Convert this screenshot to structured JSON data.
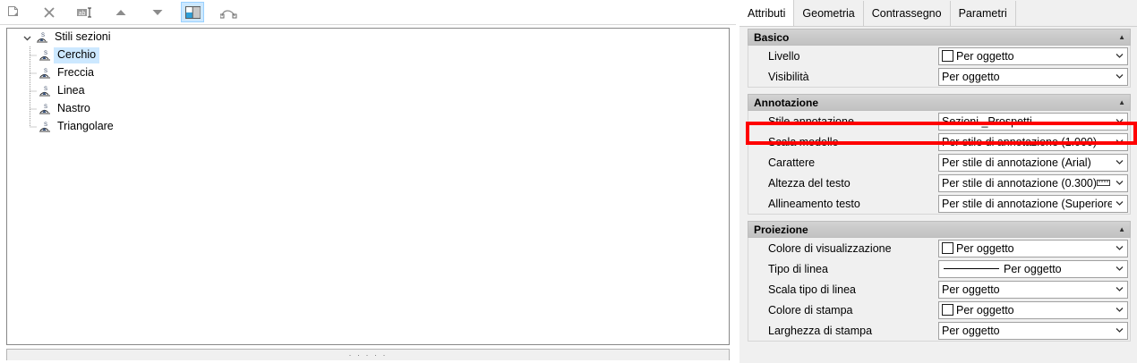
{
  "toolbar": {
    "buttons": [
      {
        "name": "new-style-button",
        "icon": "new-document-icon",
        "active": false
      },
      {
        "name": "delete-style-button",
        "icon": "delete-x-icon",
        "active": false
      },
      {
        "name": "rename-style-button",
        "icon": "rename-abc-icon",
        "active": false
      },
      {
        "name": "move-up-button",
        "icon": "arrow-up-icon",
        "active": false
      },
      {
        "name": "move-down-button",
        "icon": "arrow-down-icon",
        "active": false
      },
      {
        "name": "toggle-preview-panel-button",
        "icon": "split-panel-icon",
        "active": true
      },
      {
        "name": "curve-tool-button",
        "icon": "curve-node-icon",
        "active": false
      }
    ]
  },
  "tree": {
    "root": {
      "label": "Stili sezioni",
      "expanded": true,
      "twisty": "⌄",
      "icon": "section-style-icon"
    },
    "items": [
      {
        "label": "Cerchio",
        "selected": true,
        "icon": "section-style-icon"
      },
      {
        "label": "Freccia",
        "selected": false,
        "icon": "section-style-icon"
      },
      {
        "label": "Linea",
        "selected": false,
        "icon": "section-style-icon"
      },
      {
        "label": "Nastro",
        "selected": false,
        "icon": "section-style-icon"
      },
      {
        "label": "Triangolare",
        "selected": false,
        "icon": "section-style-icon"
      }
    ]
  },
  "splitter": {
    "grip": "· · · · ·"
  },
  "tabs": [
    {
      "label": "Attributi",
      "active": true
    },
    {
      "label": "Geometria",
      "active": false
    },
    {
      "label": "Contrassegno",
      "active": false
    },
    {
      "label": "Parametri",
      "active": false
    }
  ],
  "sections": [
    {
      "title": "Basico",
      "collapse_arrow": "▲",
      "rows": [
        {
          "label": "Livello",
          "value": "Per oggetto",
          "swatch": "#ffffff",
          "chevron": "⌄"
        },
        {
          "label": "Visibilità",
          "value": "Per oggetto",
          "chevron": "⌄"
        }
      ]
    },
    {
      "title": "Annotazione",
      "collapse_arrow": "▲",
      "rows": [
        {
          "label": "Stile annotazione",
          "value": "Sezioni _Prospetti",
          "chevron": "⌄",
          "highlighted": true
        },
        {
          "label": "Scala modello",
          "value": "Per stile di annotazione (1.000)",
          "chevron": "⌄"
        },
        {
          "label": "Carattere",
          "value": "Per stile di annotazione (Arial)",
          "chevron": "⌄"
        },
        {
          "label": "Altezza del testo",
          "value": "Per stile di annotazione (0.300)",
          "ruler": true,
          "chevron": "⌄"
        },
        {
          "label": "Allineamento testo",
          "value": "Per stile di annotazione (Superiore s",
          "chevron": "⌄"
        }
      ]
    },
    {
      "title": "Proiezione",
      "collapse_arrow": "▲",
      "rows": [
        {
          "label": "Colore di visualizzazione",
          "value": "Per oggetto",
          "swatch": "#ffffff",
          "chevron": "⌄"
        },
        {
          "label": "Tipo di linea",
          "value": "Per oggetto",
          "linepreview": true,
          "chevron": "⌄"
        },
        {
          "label": "Scala tipo di linea",
          "value": "Per oggetto",
          "chevron": "⌄"
        },
        {
          "label": "Colore di stampa",
          "value": "Per oggetto",
          "swatch": "#ffffff",
          "chevron": "⌄"
        },
        {
          "label": "Larghezza di stampa",
          "value": "Per oggetto",
          "chevron": "⌄"
        }
      ]
    }
  ],
  "highlight": {
    "color": "#ff0000",
    "target": "Stile annotazione"
  }
}
